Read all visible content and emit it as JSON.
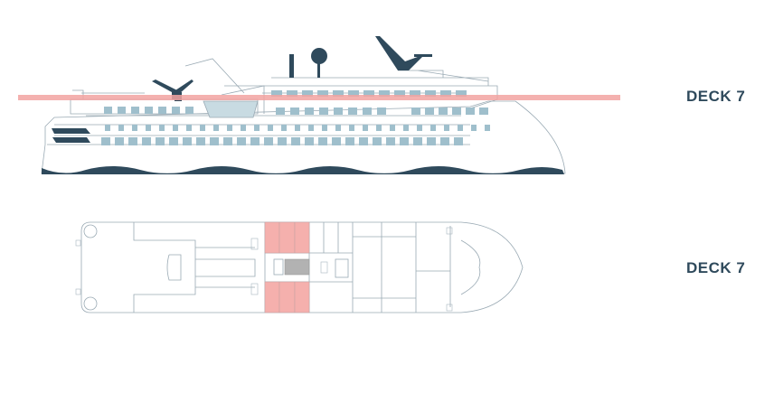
{
  "side_view": {
    "deck_label": "DECK 7",
    "highlight_color": "#f2a3a1"
  },
  "plan_view": {
    "deck_label": "DECK 7",
    "highlighted_cabins_color": "#f5b0ad",
    "highlighted_cabins_count": 6
  },
  "colors": {
    "label": "#2f4a5c",
    "outline": "#9aaab4",
    "dark": "#2f4a5c",
    "window": "#9fbfcc"
  }
}
